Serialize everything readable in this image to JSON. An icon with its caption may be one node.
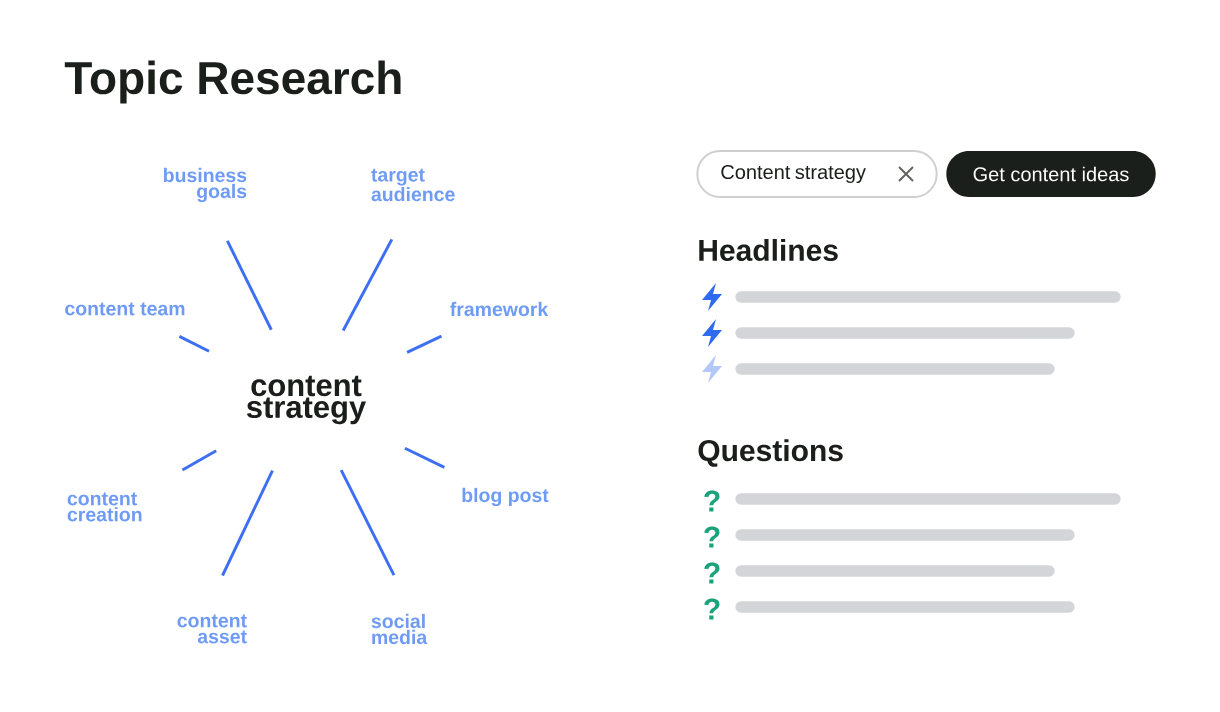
{
  "diagram": {
    "title": "Topic Research",
    "nodes": [
      {
        "text": [
          "content strategy"
        ]
      },
      {
        "text": [
          "business goals"
        ]
      },
      {
        "text": [
          "target audience"
        ]
      },
      {
        "text": [
          "content team"
        ]
      },
      {
        "text": [
          "framework"
        ]
      },
      {
        "text": [
          "content creation"
        ]
      },
      {
        "text": [
          "blog post"
        ]
      },
      {
        "text": [
          "content asset"
        ]
      },
      {
        "text": [
          "social media"
        ]
      },
      {
        "text": [
          "Content strategy"
        ]
      },
      {
        "text": [
          "Get content ideas"
        ]
      }
    ],
    "edges": [
      {
        "from": 0,
        "to": 1,
        "arrow": "none"
      },
      {
        "from": 0,
        "to": 2,
        "arrow": "none"
      },
      {
        "from": 0,
        "to": 3,
        "arrow": "none"
      },
      {
        "from": 0,
        "to": 4,
        "arrow": "none"
      },
      {
        "from": 0,
        "to": 5,
        "arrow": "none"
      },
      {
        "from": 0,
        "to": 6,
        "arrow": "none"
      },
      {
        "from": 0,
        "to": 7,
        "arrow": "none"
      },
      {
        "from": 0,
        "to": 8,
        "arrow": "none"
      }
    ],
    "labels": [
      "Headlines",
      "Questions",
      "?",
      "?",
      "?",
      "?"
    ]
  }
}
